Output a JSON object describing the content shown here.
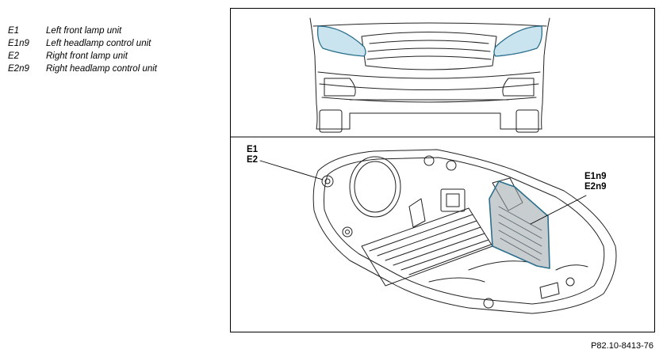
{
  "legend": {
    "items": [
      {
        "code": "E1",
        "description": "Left front lamp unit"
      },
      {
        "code": "E1n9",
        "description": "Left headlamp control unit"
      },
      {
        "code": "E2",
        "description": "Right front lamp unit"
      },
      {
        "code": "E2n9",
        "description": "Right headlamp control unit"
      }
    ]
  },
  "figure": {
    "callouts": {
      "lamp": [
        "E1",
        "E2"
      ],
      "control_unit": [
        "E1n9",
        "E2n9"
      ]
    },
    "highlight_color": "#c9e4ef",
    "highlight_stroke": "#2a6f8c",
    "figure_id": "P82.10-8413-76"
  }
}
